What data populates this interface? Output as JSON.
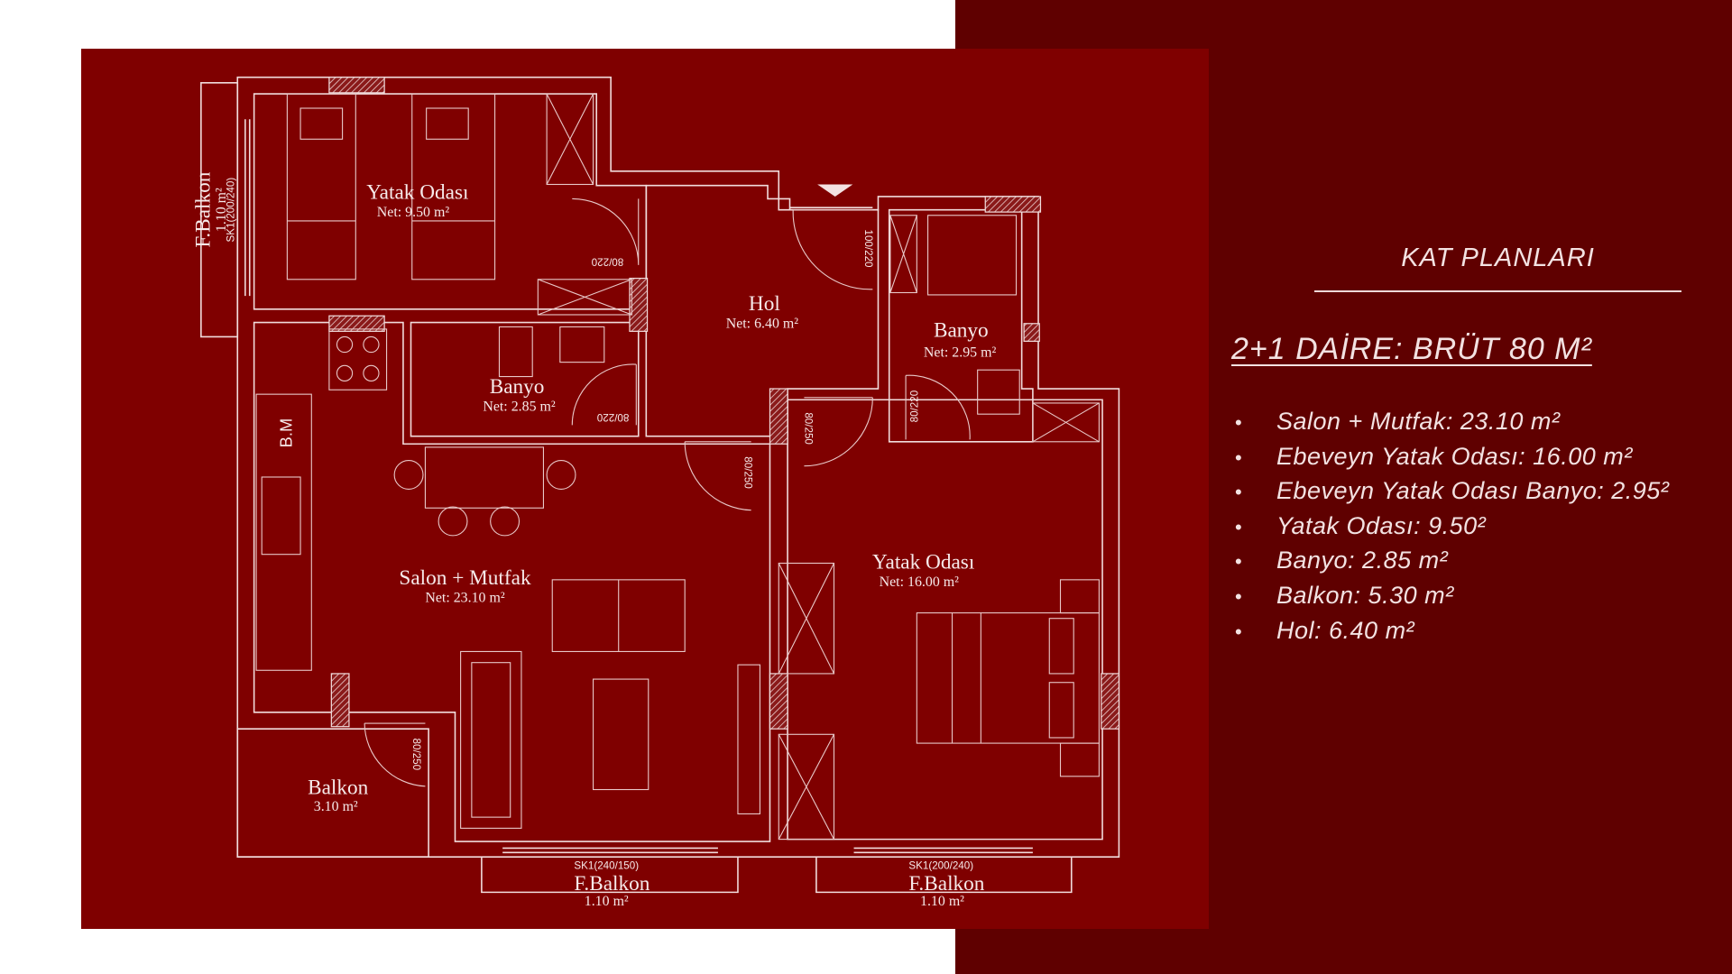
{
  "colors": {
    "plan_background": "#7f0000",
    "panel_background": "#5f0000",
    "page_background": "#ffffff",
    "text": "#f3e2e2"
  },
  "panel": {
    "title": "KAT PLANLARI",
    "unit_heading": "2+1 DAİRE: BRÜT 80 M²",
    "areas": [
      "Salon + Mutfak: 23.10 m²",
      "Ebeveyn Yatak Odası: 16.00 m²",
      "Ebeveyn Yatak Odası Banyo: 2.95²",
      "Yatak Odası: 9.50²",
      "Banyo: 2.85 m²",
      "Balkon: 5.30 m²",
      "Hol: 6.40 m²"
    ]
  },
  "plan": {
    "rooms": {
      "bedroom_small": {
        "name": "Yatak Odası",
        "net": "Net: 9.50 m²"
      },
      "hall": {
        "name": "Hol",
        "net": "Net: 6.40 m²"
      },
      "bath_ensuite": {
        "name": "Banyo",
        "net": "Net: 2.95 m²"
      },
      "bath": {
        "name": "Banyo",
        "net": "Net: 2.85 m²"
      },
      "living_kitchen": {
        "name": "Salon + Mutfak",
        "net": "Net: 23.10 m²"
      },
      "bedroom_master": {
        "name": "Yatak Odası",
        "net": "Net: 16.00 m²"
      },
      "balcony": {
        "name": "Balkon",
        "net": "3.10 m²"
      },
      "fbalcony_left": {
        "name": "F.Balkon",
        "net": "1.10 m²",
        "window": "SK1(200/240)"
      },
      "fbalcony_bottom_left": {
        "name": "F.Balkon",
        "net": "1.10 m²",
        "window": "SK1(240/150)"
      },
      "fbalcony_bottom_right": {
        "name": "F.Balkon",
        "net": "1.10 m²",
        "window": "SK1(200/240)"
      }
    },
    "doors": {
      "bedroom_small": "80/220",
      "entrance": "100/220",
      "bath_ensuite": "80/220",
      "bath": "80/220",
      "bedroom_master": "80/250",
      "living": "80/250",
      "balcony": "80/250"
    },
    "kitchen_label": "B.M"
  }
}
